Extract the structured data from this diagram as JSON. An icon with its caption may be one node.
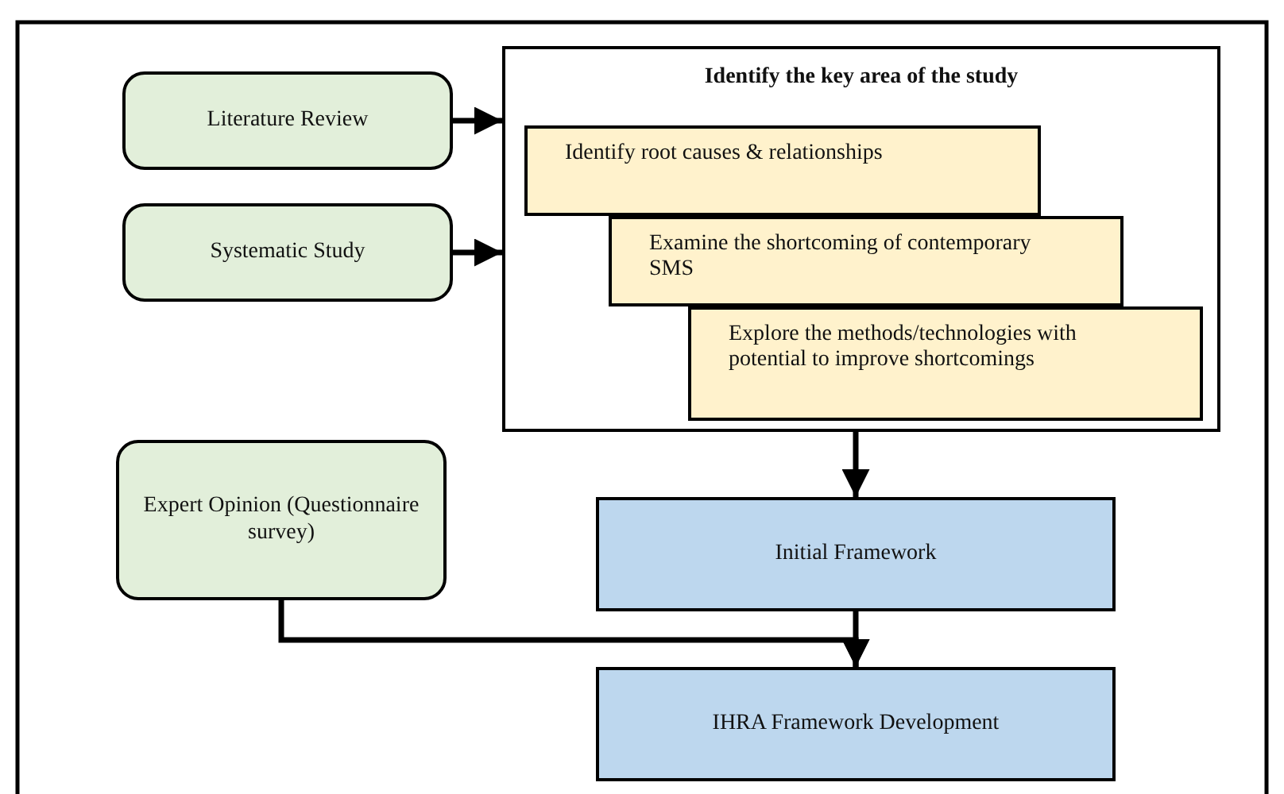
{
  "diagram": {
    "nodes": [
      {
        "text": [
          "Literature Review"
        ]
      },
      {
        "text": [
          "Systematic Study"
        ]
      },
      {
        "text": [
          "Identify the key area of the study"
        ]
      },
      {
        "text": [
          "Identify root causes & relationships"
        ],
        "in": 2
      },
      {
        "text": [
          "Examine the shortcoming of contemporary SMS"
        ],
        "in": 2
      },
      {
        "text": [
          "Explore the methods/technologies with potential to improve shortcomings"
        ],
        "in": 2
      },
      {
        "text": [
          "Expert Opinion (Questionnaire survey)"
        ]
      },
      {
        "text": [
          "Initial Framework"
        ]
      },
      {
        "text": [
          "IHRA Framework Development"
        ]
      }
    ],
    "edges": [
      {
        "from": 0,
        "to": 2,
        "arrow": "to"
      },
      {
        "from": 1,
        "to": 2,
        "arrow": "to"
      },
      {
        "from": 2,
        "to": 7,
        "arrow": "to"
      },
      {
        "from": 7,
        "to": 8,
        "arrow": "to"
      },
      {
        "from": 6,
        "to": 8,
        "arrow": "to"
      }
    ]
  }
}
